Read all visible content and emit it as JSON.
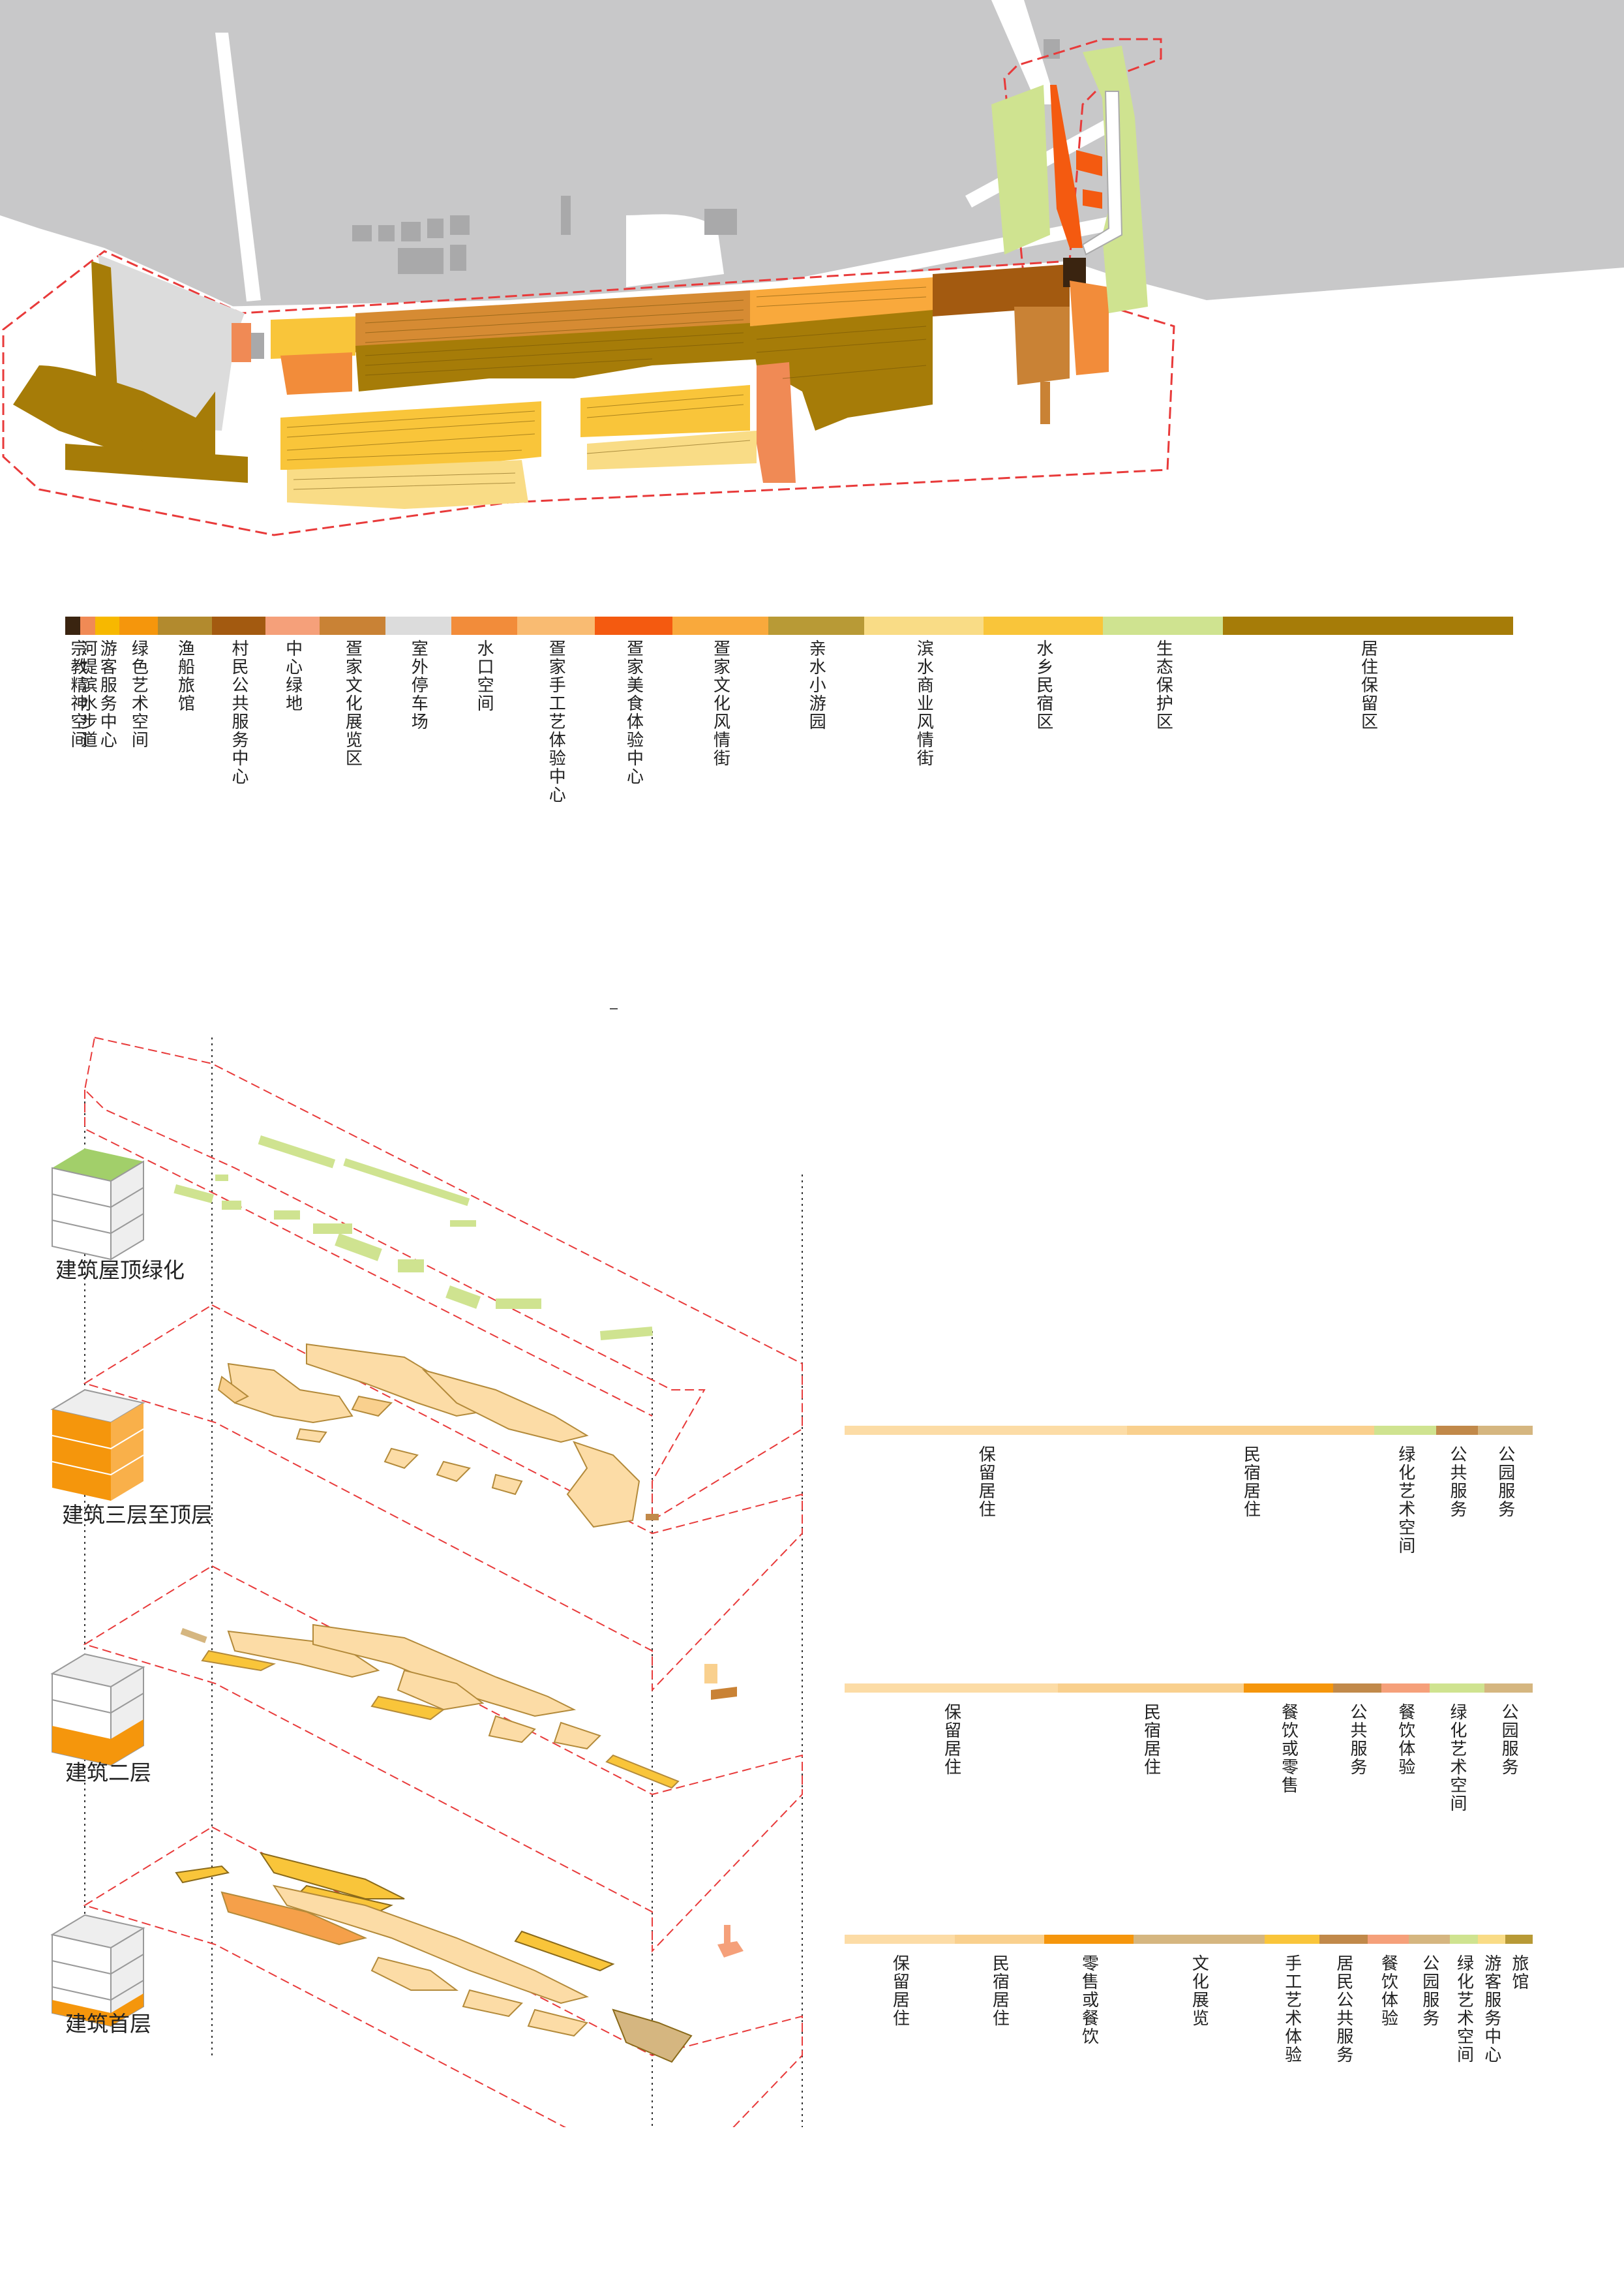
{
  "top_legend": {
    "items": [
      {
        "label": "宗教精神空间",
        "color": "#3a2410"
      },
      {
        "label": "河堤滨水步道",
        "color": "#f08a55"
      },
      {
        "label": "游客服务中心",
        "color": "#f7b800"
      },
      {
        "label": "绿色艺术空间",
        "color": "#f5960c"
      },
      {
        "label": "渔船旅馆",
        "color": "#b28a2e"
      },
      {
        "label": "村民公共服务中心",
        "color": "#a35a10"
      },
      {
        "label": "中心绿地",
        "color": "#f5a07a"
      },
      {
        "label": "疍家文化展览区",
        "color": "#c98235"
      },
      {
        "label": "室外停车场",
        "color": "#dcdcdc"
      },
      {
        "label": "水口空间",
        "color": "#f28c3a"
      },
      {
        "label": "疍家手工艺体验中心",
        "color": "#f9bb72"
      },
      {
        "label": "疍家美食体验中心",
        "color": "#f45a10"
      },
      {
        "label": "疍家文化风情街",
        "color": "#f9a93c"
      },
      {
        "label": "亲水小游园",
        "color": "#b89a36"
      },
      {
        "label": "滨水商业风情街",
        "color": "#f9dc86"
      },
      {
        "label": "水乡民宿区",
        "color": "#f9c53a"
      },
      {
        "label": "生态保护区",
        "color": "#cfe390"
      },
      {
        "label": "居住保留区",
        "color": "#a67c08"
      }
    ]
  },
  "levels": [
    {
      "name": "建筑屋顶绿化"
    },
    {
      "name": "建筑三层至顶层"
    },
    {
      "name": "建筑二层"
    },
    {
      "name": "建筑首层"
    }
  ],
  "level_legends": [
    {
      "level": "建筑三层至顶层",
      "items": [
        {
          "label": "保留居住",
          "color": "#fcdca6",
          "share": 0.41
        },
        {
          "label": "民宿居住",
          "color": "#f9d08e",
          "share": 0.36
        },
        {
          "label": "绿化艺术空间",
          "color": "#cfe390",
          "share": 0.09
        },
        {
          "label": "公共服务",
          "color": "#c1894a",
          "share": 0.06
        },
        {
          "label": "公园服务",
          "color": "#d5b680",
          "share": 0.08
        }
      ]
    },
    {
      "level": "建筑二层",
      "items": [
        {
          "label": "保留居住",
          "color": "#fcdca6",
          "share": 0.31
        },
        {
          "label": "民宿居住",
          "color": "#f9d08e",
          "share": 0.27
        },
        {
          "label": "餐饮或零售",
          "color": "#f5960c",
          "share": 0.13
        },
        {
          "label": "公共服务",
          "color": "#c1894a",
          "share": 0.07
        },
        {
          "label": "餐饮体验",
          "color": "#f5a07a",
          "share": 0.07
        },
        {
          "label": "绿化艺术空间",
          "color": "#cfe390",
          "share": 0.08
        },
        {
          "label": "公园服务",
          "color": "#d5b680",
          "share": 0.07
        }
      ]
    },
    {
      "level": "建筑首层",
      "items": [
        {
          "label": "保留居住",
          "color": "#fcdca6",
          "share": 0.16
        },
        {
          "label": "民宿居住",
          "color": "#f9d08e",
          "share": 0.13
        },
        {
          "label": "零售或餐饮",
          "color": "#f5960c",
          "share": 0.13
        },
        {
          "label": "文化展览",
          "color": "#d5b680",
          "share": 0.19
        },
        {
          "label": "手工艺术体验",
          "color": "#f9c53a",
          "share": 0.08
        },
        {
          "label": "居民公共服务",
          "color": "#c1894a",
          "share": 0.07
        },
        {
          "label": "餐饮体验",
          "color": "#f5a07a",
          "share": 0.06
        },
        {
          "label": "公园服务",
          "color": "#d5b680",
          "share": 0.06
        },
        {
          "label": "绿化艺术空间",
          "color": "#cfe390",
          "share": 0.04
        },
        {
          "label": "游客服务中心",
          "color": "#f9dc86",
          "share": 0.04
        },
        {
          "label": "旅馆",
          "color": "#b89a36",
          "share": 0.04
        }
      ]
    }
  ]
}
